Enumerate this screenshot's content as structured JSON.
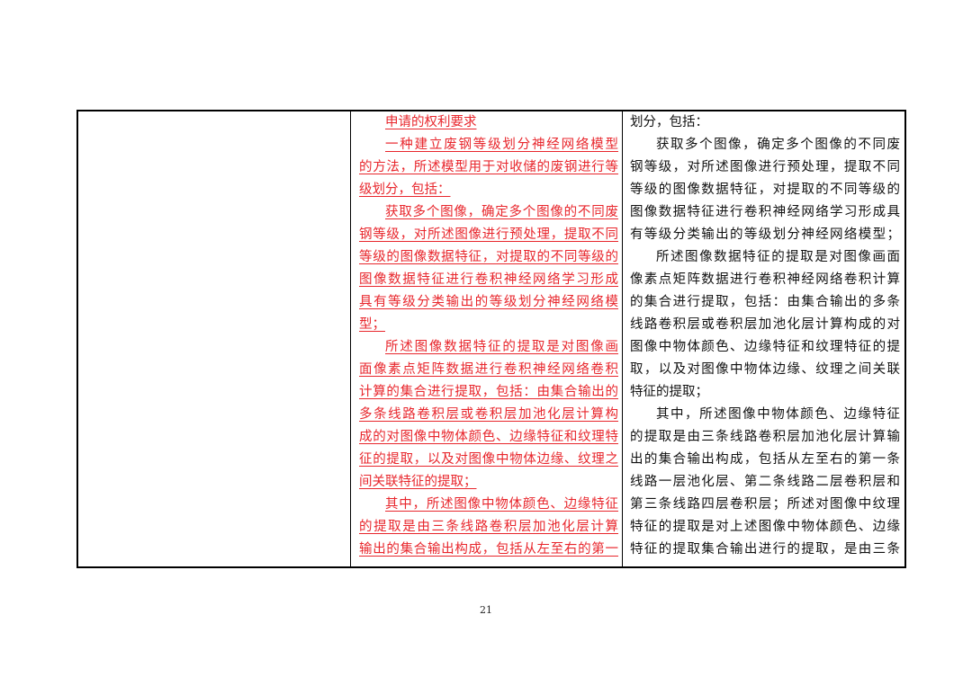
{
  "table": {
    "left_column": {
      "lines": [
        "申请的权利要求",
        "一种建立废钢等级划分神经网络模型",
        "的方法，所述模型用于对收储的废钢进行等",
        "级划分，包括：",
        "获取多个图像，确定多个图像的不同废",
        "钢等级，对所述图像进行预处理，提取不同",
        "等级的图像数据特征，对提取的不同等级的",
        "图像数据特征进行卷积神经网络学习形成",
        "具有等级分类输出的等级划分神经网络模",
        "型；",
        "所述图像数据特征的提取是对图像画",
        "面像素点矩阵数据进行卷积神经网络卷积",
        "计算的集合进行提取，包括：由集合输出的",
        "多条线路卷积层或卷积层加池化层计算构",
        "成的对图像中物体颜色、边缘特征和纹理特",
        "征的提取，以及对图像中物体边缘、纹理之",
        "间关联特征的提取；",
        "其中，所述图像中物体颜色、边缘特征",
        "的提取是由三条线路卷积层加池化层计算",
        "输出的集合输出构成，包括从左至右的第一"
      ]
    },
    "right_column": {
      "lines": [
        "划分，包括：",
        "获取多个图像，确定多个图像的不同废",
        "钢等级，对所述图像进行预处理，提取不同",
        "等级的图像数据特征，对提取的不同等级的",
        "图像数据特征进行卷积神经网络学习形成具",
        "有等级分类输出的等级划分神经网络模型；",
        "所述图像数据特征的提取是对图像画面",
        "像素点矩阵数据进行卷积神经网络卷积计算",
        "的集合进行提取，包括：由集合输出的多条",
        "线路卷积层或卷积层加池化层计算构成的对",
        "图像中物体颜色、边缘特征和纹理特征的提",
        "取，以及对图像中物体边缘、纹理之间关联",
        "特征的提取；",
        "其中，所述图像中物体颜色、边缘特征",
        "的提取是由三条线路卷积层加池化层计算输",
        "出的集合输出构成，包括从左至右的第一条",
        "线路一层池化层、第二条线路二层卷积层和",
        "第三条线路四层卷积层；所述对图像中纹理",
        "特征的提取是对上述图像中物体颜色、边缘",
        "特征的提取集合输出进行的提取，是由三条"
      ]
    }
  },
  "page_number": "21"
}
